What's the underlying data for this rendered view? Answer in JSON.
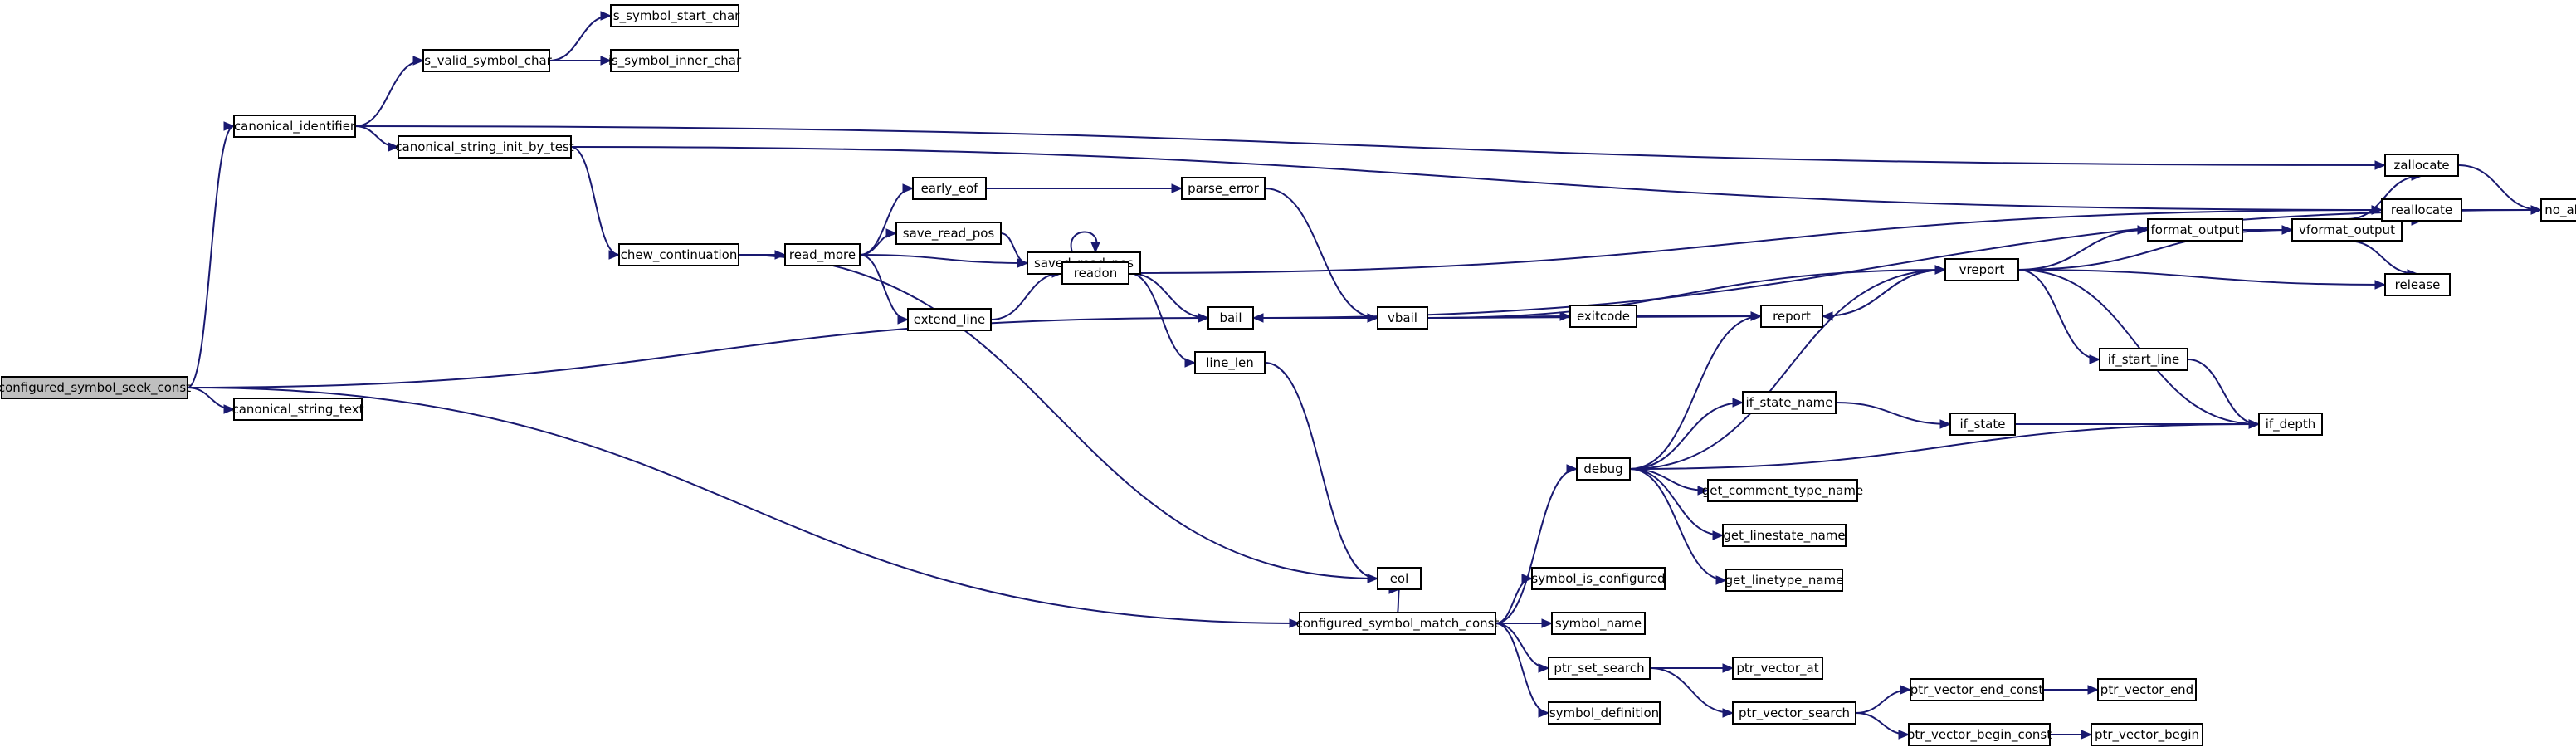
{
  "graph": {
    "nodes": [
      {
        "id": "configured_symbol_seek_const",
        "label": "configured_symbol_seek_const",
        "root": true
      },
      {
        "id": "canonical_identifier",
        "label": "canonical_identifier"
      },
      {
        "id": "is_valid_symbol_char",
        "label": "is_valid_symbol_char"
      },
      {
        "id": "is_symbol_start_char",
        "label": "is_symbol_start_char"
      },
      {
        "id": "is_symbol_inner_char",
        "label": "is_symbol_inner_char"
      },
      {
        "id": "canonical_string_init_by_test",
        "label": "canonical_string_init_by_test"
      },
      {
        "id": "chew_continuation",
        "label": "chew_continuation"
      },
      {
        "id": "read_more",
        "label": "read_more"
      },
      {
        "id": "early_eof",
        "label": "early_eof"
      },
      {
        "id": "save_read_pos",
        "label": "save_read_pos"
      },
      {
        "id": "saved_read_pos",
        "label": "saved_read_pos"
      },
      {
        "id": "extend_line",
        "label": "extend_line"
      },
      {
        "id": "readon",
        "label": "readon"
      },
      {
        "id": "line_len",
        "label": "line_len"
      },
      {
        "id": "bail",
        "label": "bail"
      },
      {
        "id": "eol",
        "label": "eol"
      },
      {
        "id": "canonical_string_text",
        "label": "canonical_string_text"
      },
      {
        "id": "parse_error",
        "label": "parse_error"
      },
      {
        "id": "vbail",
        "label": "vbail"
      },
      {
        "id": "exitcode",
        "label": "exitcode"
      },
      {
        "id": "report",
        "label": "report"
      },
      {
        "id": "vreport",
        "label": "vreport"
      },
      {
        "id": "format_output",
        "label": "format_output"
      },
      {
        "id": "vformat_output",
        "label": "vformat_output"
      },
      {
        "id": "zallocate",
        "label": "zallocate"
      },
      {
        "id": "reallocate",
        "label": "reallocate"
      },
      {
        "id": "no_alloc_fail",
        "label": "no_alloc_fail"
      },
      {
        "id": "release",
        "label": "release"
      },
      {
        "id": "if_start_line",
        "label": "if_start_line"
      },
      {
        "id": "if_depth",
        "label": "if_depth"
      },
      {
        "id": "if_state_name",
        "label": "if_state_name"
      },
      {
        "id": "if_state",
        "label": "if_state"
      },
      {
        "id": "debug",
        "label": "debug"
      },
      {
        "id": "get_comment_type_name",
        "label": "get_comment_type_name"
      },
      {
        "id": "get_linestate_name",
        "label": "get_linestate_name"
      },
      {
        "id": "get_linetype_name",
        "label": "get_linetype_name"
      },
      {
        "id": "configured_symbol_match_const",
        "label": "configured_symbol_match_const"
      },
      {
        "id": "symbol_is_configured",
        "label": "symbol_is_configured"
      },
      {
        "id": "symbol_name",
        "label": "symbol_name"
      },
      {
        "id": "ptr_set_search",
        "label": "ptr_set_search"
      },
      {
        "id": "ptr_vector_at",
        "label": "ptr_vector_at"
      },
      {
        "id": "ptr_vector_search",
        "label": "ptr_vector_search"
      },
      {
        "id": "ptr_vector_end_const",
        "label": "ptr_vector_end_const"
      },
      {
        "id": "ptr_vector_end",
        "label": "ptr_vector_end"
      },
      {
        "id": "ptr_vector_begin_const",
        "label": "ptr_vector_begin_const"
      },
      {
        "id": "ptr_vector_begin",
        "label": "ptr_vector_begin"
      },
      {
        "id": "symbol_definition",
        "label": "symbol_definition"
      }
    ],
    "edges": [
      [
        "configured_symbol_seek_const",
        "canonical_identifier"
      ],
      [
        "configured_symbol_seek_const",
        "bail"
      ],
      [
        "configured_symbol_seek_const",
        "canonical_string_text"
      ],
      [
        "configured_symbol_seek_const",
        "configured_symbol_match_const"
      ],
      [
        "canonical_identifier",
        "is_valid_symbol_char"
      ],
      [
        "canonical_identifier",
        "canonical_string_init_by_test"
      ],
      [
        "canonical_identifier",
        "zallocate"
      ],
      [
        "is_valid_symbol_char",
        "is_symbol_start_char"
      ],
      [
        "is_valid_symbol_char",
        "is_symbol_inner_char"
      ],
      [
        "canonical_string_init_by_test",
        "chew_continuation"
      ],
      [
        "canonical_string_init_by_test",
        "reallocate"
      ],
      [
        "chew_continuation",
        "read_more"
      ],
      [
        "chew_continuation",
        "eol"
      ],
      [
        "read_more",
        "early_eof"
      ],
      [
        "read_more",
        "save_read_pos"
      ],
      [
        "read_more",
        "saved_read_pos"
      ],
      [
        "read_more",
        "extend_line"
      ],
      [
        "saved_read_pos",
        "saved_read_pos"
      ],
      [
        "save_read_pos",
        "saved_read_pos"
      ],
      [
        "early_eof",
        "parse_error"
      ],
      [
        "parse_error",
        "vbail"
      ],
      [
        "extend_line",
        "readon"
      ],
      [
        "readon",
        "bail"
      ],
      [
        "readon",
        "line_len"
      ],
      [
        "readon",
        "reallocate"
      ],
      [
        "line_len",
        "eol"
      ],
      [
        "bail",
        "vbail"
      ],
      [
        "vbail",
        "exitcode"
      ],
      [
        "vbail",
        "report"
      ],
      [
        "vbail",
        "vreport"
      ],
      [
        "exitcode",
        "report"
      ],
      [
        "report",
        "vreport"
      ],
      [
        "vreport",
        "report"
      ],
      [
        "vreport",
        "format_output"
      ],
      [
        "vreport",
        "vformat_output"
      ],
      [
        "vreport",
        "release"
      ],
      [
        "vreport",
        "if_start_line"
      ],
      [
        "vreport",
        "if_depth"
      ],
      [
        "format_output",
        "vformat_output"
      ],
      [
        "vformat_output",
        "zallocate"
      ],
      [
        "vformat_output",
        "reallocate"
      ],
      [
        "vformat_output",
        "release"
      ],
      [
        "zallocate",
        "no_alloc_fail"
      ],
      [
        "reallocate",
        "no_alloc_fail"
      ],
      [
        "no_alloc_fail",
        "bail"
      ],
      [
        "if_start_line",
        "if_depth"
      ],
      [
        "if_state_name",
        "if_state"
      ],
      [
        "if_state",
        "if_depth"
      ],
      [
        "debug",
        "report"
      ],
      [
        "debug",
        "vreport"
      ],
      [
        "debug",
        "if_state_name"
      ],
      [
        "debug",
        "if_depth"
      ],
      [
        "debug",
        "get_comment_type_name"
      ],
      [
        "debug",
        "get_linestate_name"
      ],
      [
        "debug",
        "get_linetype_name"
      ],
      [
        "configured_symbol_match_const",
        "eol"
      ],
      [
        "configured_symbol_match_const",
        "debug"
      ],
      [
        "configured_symbol_match_const",
        "symbol_is_configured"
      ],
      [
        "configured_symbol_match_const",
        "symbol_name"
      ],
      [
        "configured_symbol_match_const",
        "ptr_set_search"
      ],
      [
        "configured_symbol_match_const",
        "symbol_definition"
      ],
      [
        "ptr_set_search",
        "ptr_vector_at"
      ],
      [
        "ptr_set_search",
        "ptr_vector_search"
      ],
      [
        "ptr_vector_search",
        "ptr_vector_end_const"
      ],
      [
        "ptr_vector_search",
        "ptr_vector_begin_const"
      ],
      [
        "ptr_vector_end_const",
        "ptr_vector_end"
      ],
      [
        "ptr_vector_begin_const",
        "ptr_vector_begin"
      ]
    ]
  }
}
